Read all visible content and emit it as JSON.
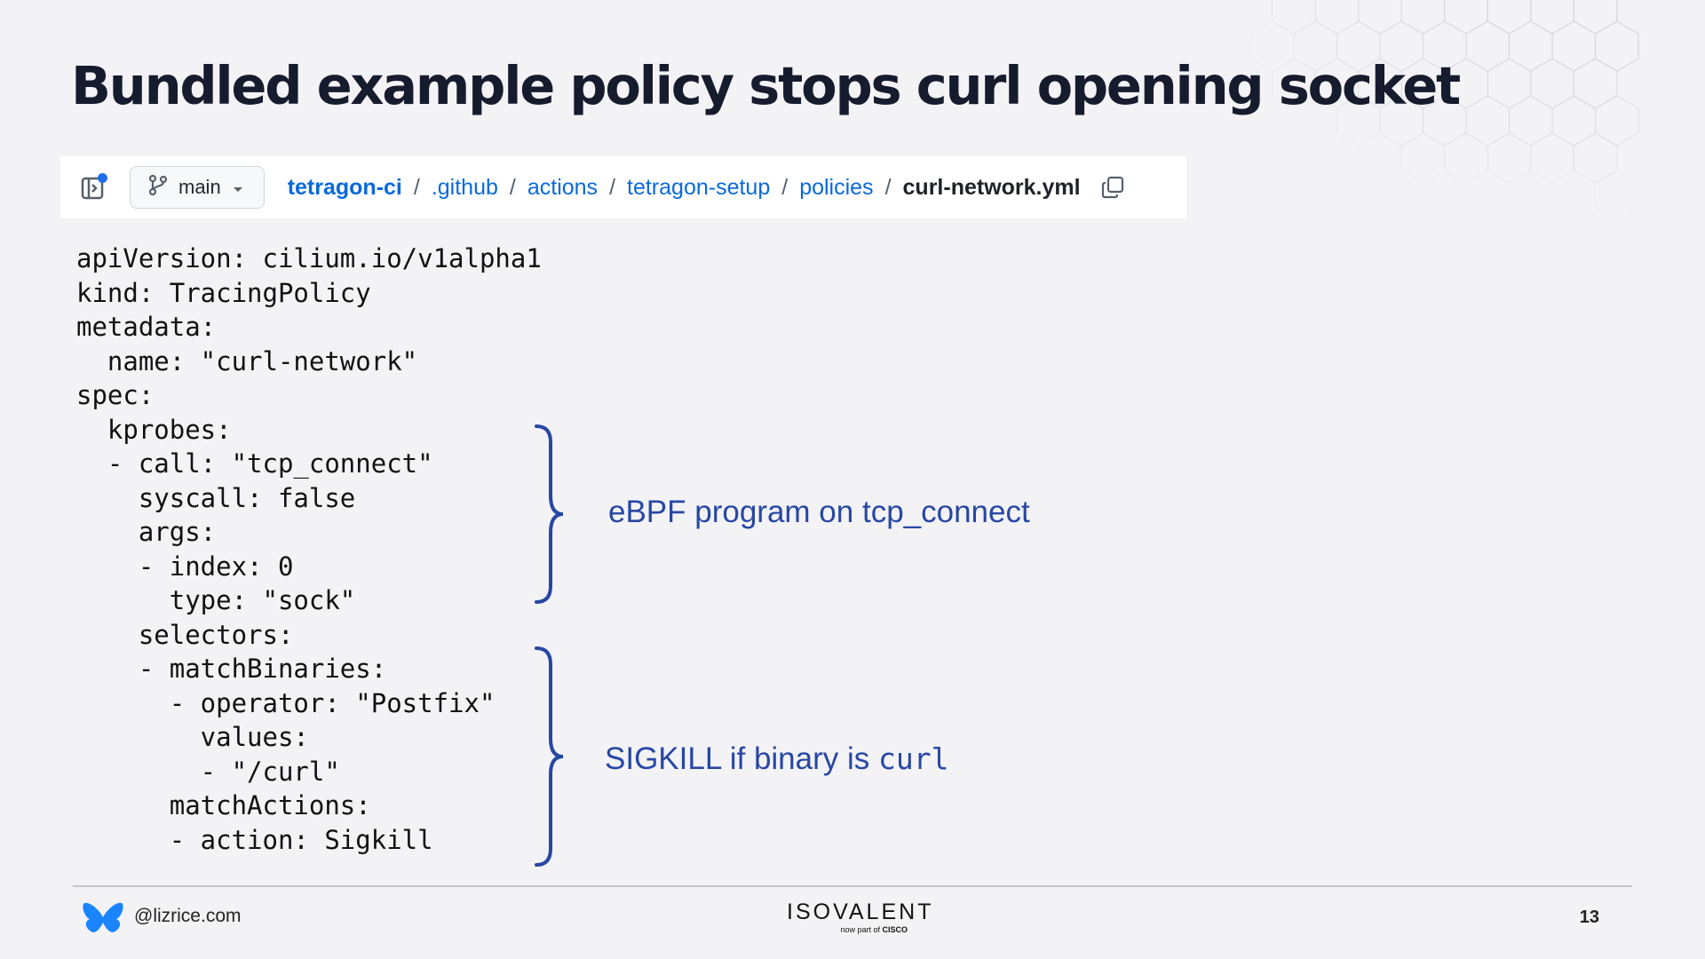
{
  "slide": {
    "title": "Bundled example policy stops curl opening socket",
    "page_number": "13"
  },
  "github_bar": {
    "panel_icon": "sidebar-panel-icon",
    "branch_icon": "git-branch-icon",
    "branch": "main",
    "dropdown_icon": "caret-down-icon",
    "breadcrumb": [
      "tetragon-ci",
      ".github",
      "actions",
      "tetragon-setup",
      "policies"
    ],
    "separator": "/",
    "file": "curl-network.yml",
    "copy_icon": "copy-icon",
    "link_color": "#0969da"
  },
  "code": "apiVersion: cilium.io/v1alpha1\nkind: TracingPolicy\nmetadata:\n  name: \"curl-network\"\nspec:\n  kprobes:\n  - call: \"tcp_connect\"\n    syscall: false\n    args:\n    - index: 0\n      type: \"sock\"\n    selectors:\n    - matchBinaries:\n      - operator: \"Postfix\"\n        values:\n        - \"/curl\"\n      matchActions:\n      - action: Sigkill",
  "annotations": {
    "first": "eBPF program on tcp_connect",
    "second_prefix": "SIGKILL if binary is ",
    "second_code": "curl",
    "color": "#2847a3"
  },
  "footer": {
    "social_icon": "bluesky-butterfly-icon",
    "handle": "@lizrice.com",
    "brand_name": "ISOVALENT",
    "brand_sub_prefix": "now part of ",
    "brand_sub_bold": "CISCO"
  }
}
